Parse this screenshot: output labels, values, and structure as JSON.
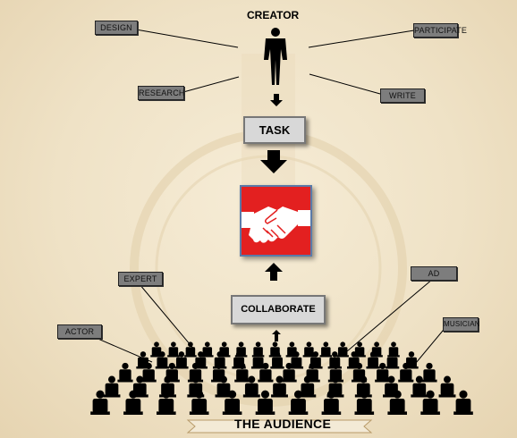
{
  "diagram": {
    "creator_title": "CREATOR",
    "tags": {
      "design": "DESIGN",
      "participate": "PARTICIPATE",
      "research": "RESEARCH",
      "write": "WRITE",
      "expert": "EXPERT",
      "ad": "AD",
      "actor": "ACTOR",
      "musician": "MUSICIAN"
    },
    "task_label": "TASK",
    "collaborate_label": "COLLABORATE",
    "audience_title": "THE AUDIENCE"
  },
  "icons": {
    "collaboration": "handshake-icon",
    "creator": "person-silhouette-icon",
    "audience": "seated-crowd-icon"
  },
  "colors": {
    "handshake_background": "#e32020",
    "tag_background": "#7d7d7d",
    "box_background": "#d8d8d8",
    "paper": "#efe3c9"
  }
}
